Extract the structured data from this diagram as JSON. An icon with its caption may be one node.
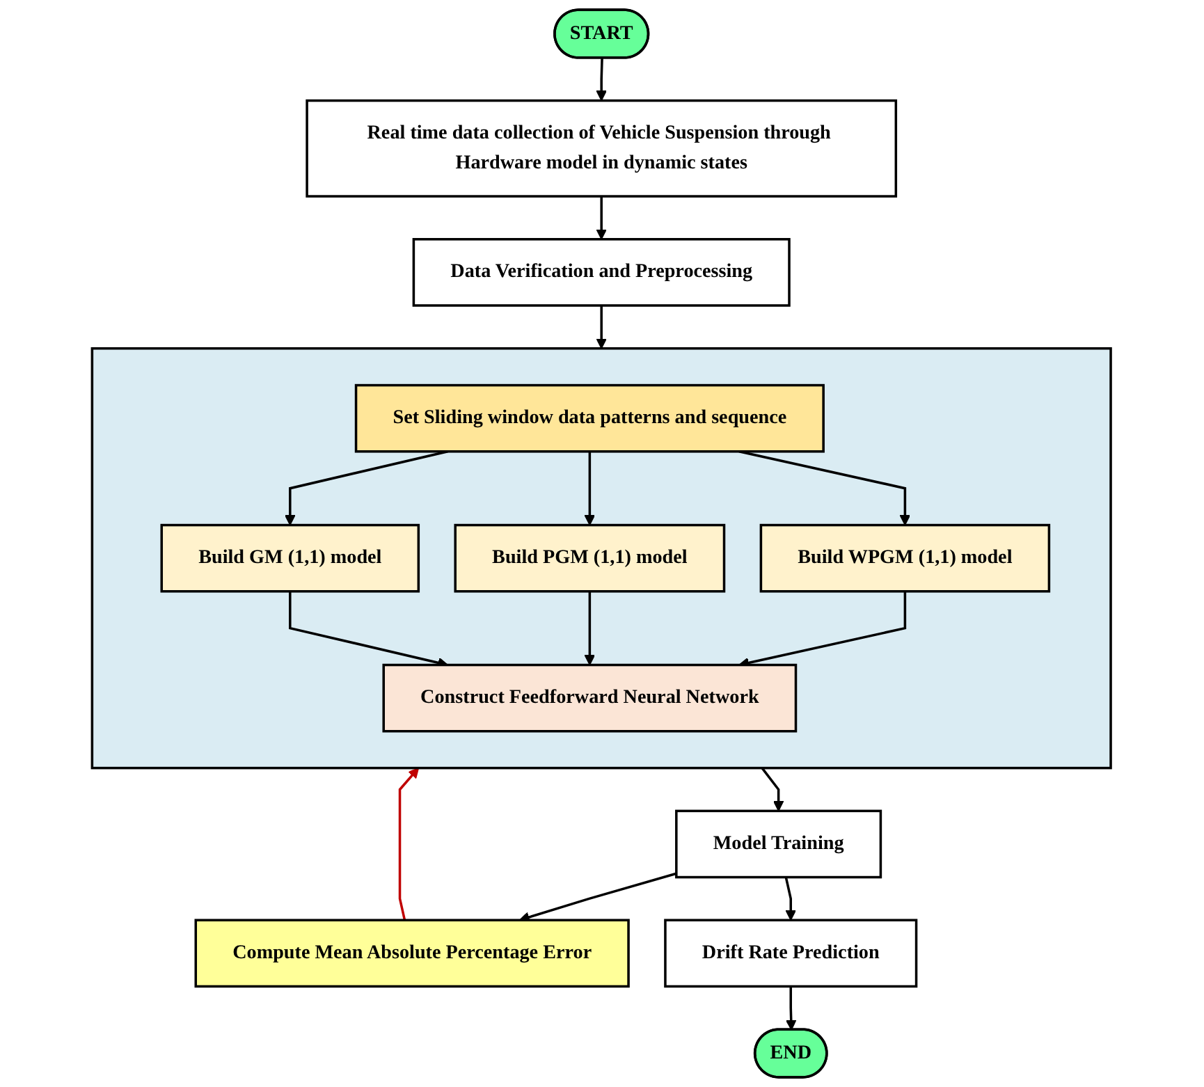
{
  "diagram": {
    "nodes": [
      {
        "text": [
          "START"
        ]
      },
      {
        "text": [
          "Real time data collection of Vehicle Suspension through Hardware model in dynamic states"
        ]
      },
      {
        "text": [
          "Data Verification and Preprocessing"
        ]
      },
      {
        "text": [],
        "shape": "box"
      },
      {
        "text": [
          "Set Sliding window data patterns and sequence"
        ],
        "in": 3
      },
      {
        "text": [
          "Build GM (1,1) model"
        ],
        "in": 3
      },
      {
        "text": [
          "Build PGM (1,1) model"
        ],
        "in": 3
      },
      {
        "text": [
          "Build WPGM (1,1) model"
        ],
        "in": 3
      },
      {
        "text": [
          "Construct Feedforward Neural Network"
        ],
        "in": 3
      },
      {
        "text": [
          "Model Training"
        ]
      },
      {
        "text": [
          "Compute Mean Absolute Percentage Error"
        ]
      },
      {
        "text": [
          "Drift Rate Prediction"
        ]
      },
      {
        "text": [
          "END"
        ]
      }
    ],
    "edges": [
      {
        "from": 0,
        "to": 1,
        "arrow": "to"
      },
      {
        "from": 1,
        "to": 2,
        "arrow": "to"
      },
      {
        "from": 2,
        "to": 3,
        "arrow": "to"
      },
      {
        "from": 4,
        "to": 5,
        "arrow": "to"
      },
      {
        "from": 4,
        "to": 6,
        "arrow": "to"
      },
      {
        "from": 4,
        "to": 7,
        "arrow": "to"
      },
      {
        "from": 5,
        "to": 8,
        "arrow": "to"
      },
      {
        "from": 6,
        "to": 8,
        "arrow": "to"
      },
      {
        "from": 7,
        "to": 8,
        "arrow": "to"
      },
      {
        "from": 3,
        "to": 9,
        "arrow": "to"
      },
      {
        "from": 9,
        "to": 10,
        "arrow": "to"
      },
      {
        "from": 10,
        "to": 3,
        "arrow": "to",
        "color": "#c00000"
      },
      {
        "from": 9,
        "to": 11,
        "arrow": "to"
      },
      {
        "from": 11,
        "to": 12,
        "arrow": "to"
      }
    ]
  }
}
